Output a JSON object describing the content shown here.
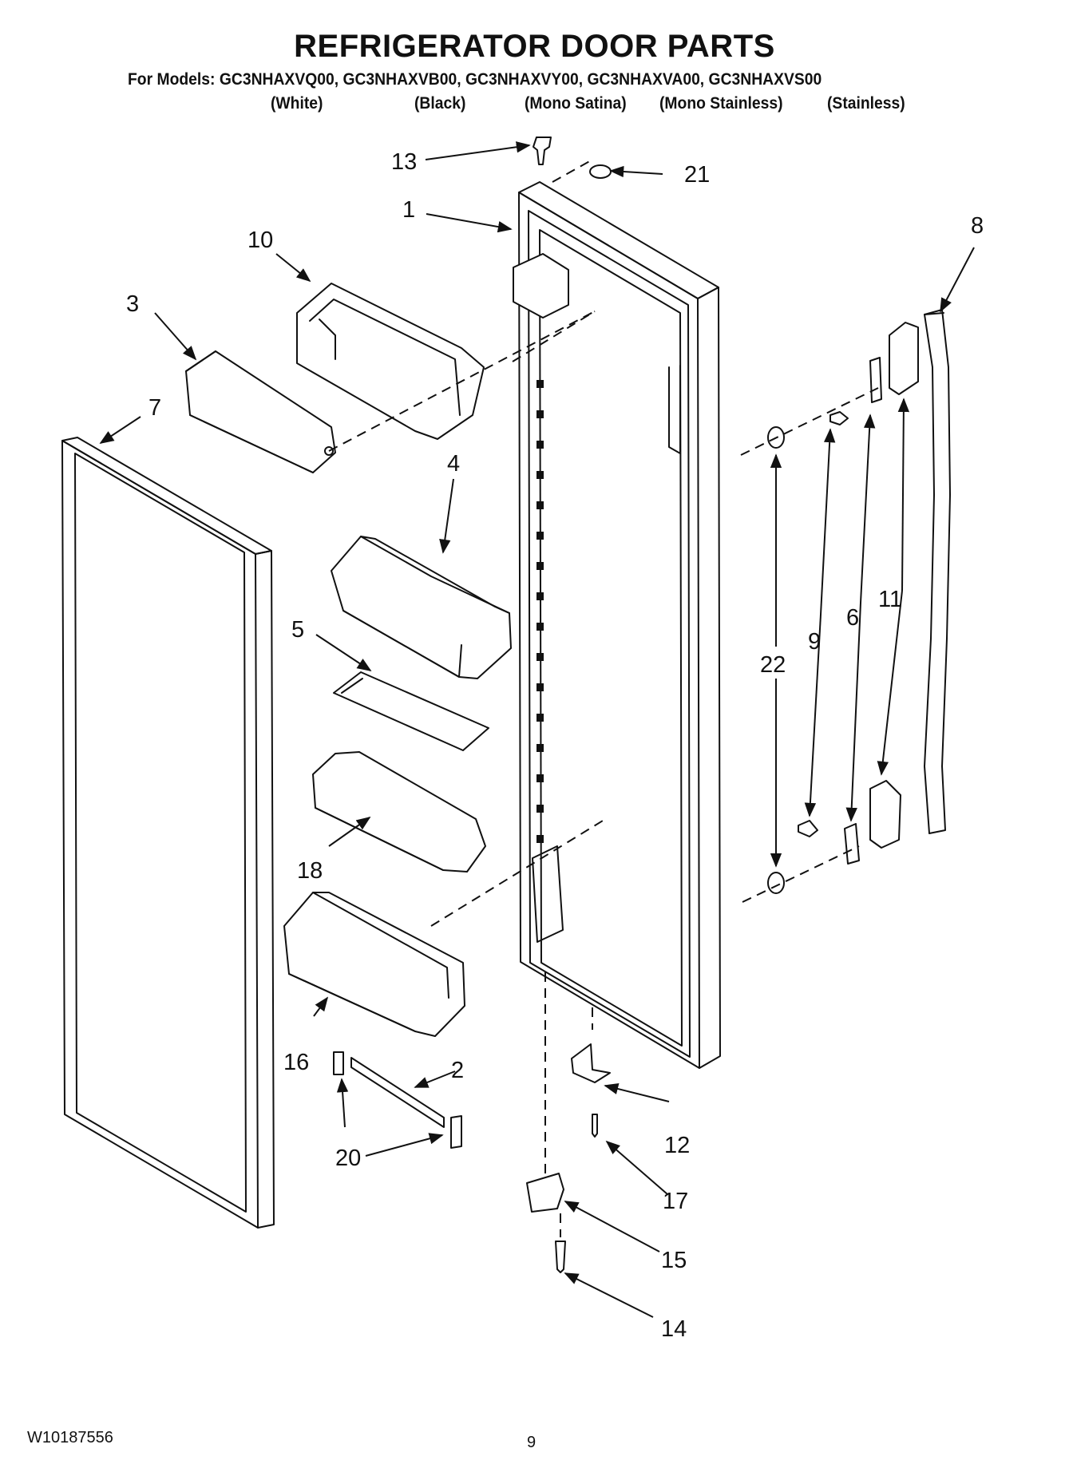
{
  "title": "REFRIGERATOR DOOR PARTS",
  "models_line": "For Models: GC3NHAXVQ00, GC3NHAXVB00, GC3NHAXVY00, GC3NHAXVA00, GC3NHAXVS00",
  "variants": [
    "(White)",
    "(Black)",
    "(Mono Satina)",
    "(Mono Stainless)",
    "(Stainless)"
  ],
  "callouts": [
    "1",
    "2",
    "3",
    "4",
    "5",
    "6",
    "7",
    "8",
    "9",
    "10",
    "11",
    "12",
    "13",
    "14",
    "15",
    "16",
    "17",
    "18",
    "20",
    "21",
    "22"
  ],
  "doc_number": "W10187556",
  "page_number": "9"
}
